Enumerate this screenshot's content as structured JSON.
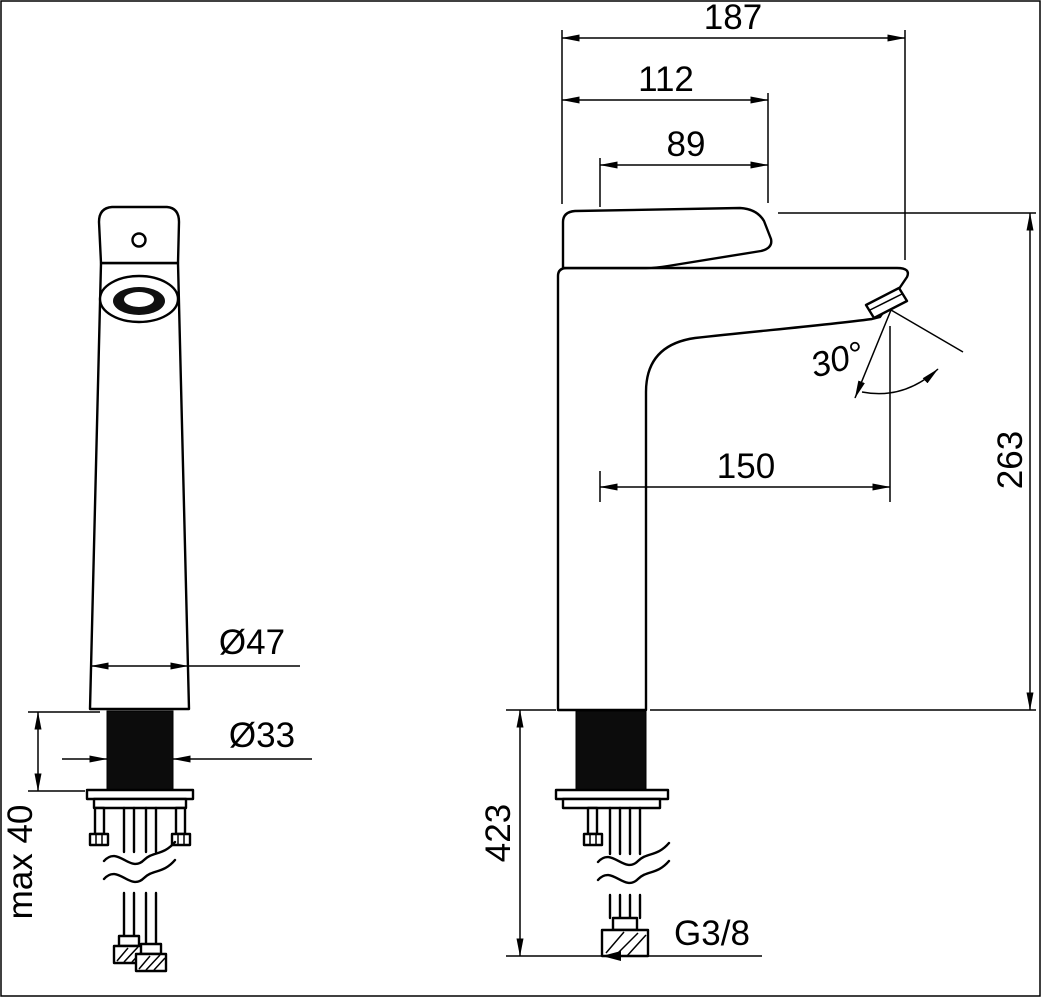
{
  "colors": {
    "line": "#000000",
    "background": "#ffffff",
    "solid_fill": "#0c0c0c"
  },
  "front_view": {
    "dimensions": {
      "body_diameter": "Ø47",
      "shank_diameter": "Ø33",
      "max_deck_thickness": "max 40"
    }
  },
  "side_view": {
    "dimensions": {
      "overall_projection": "187",
      "projection_to_handle_end": "112",
      "handle_length": "89",
      "height_above_deck": "263",
      "spout_reach": "150",
      "stream_angle": "30°",
      "below_deck_length": "423",
      "connection_thread": "G3/8"
    }
  }
}
